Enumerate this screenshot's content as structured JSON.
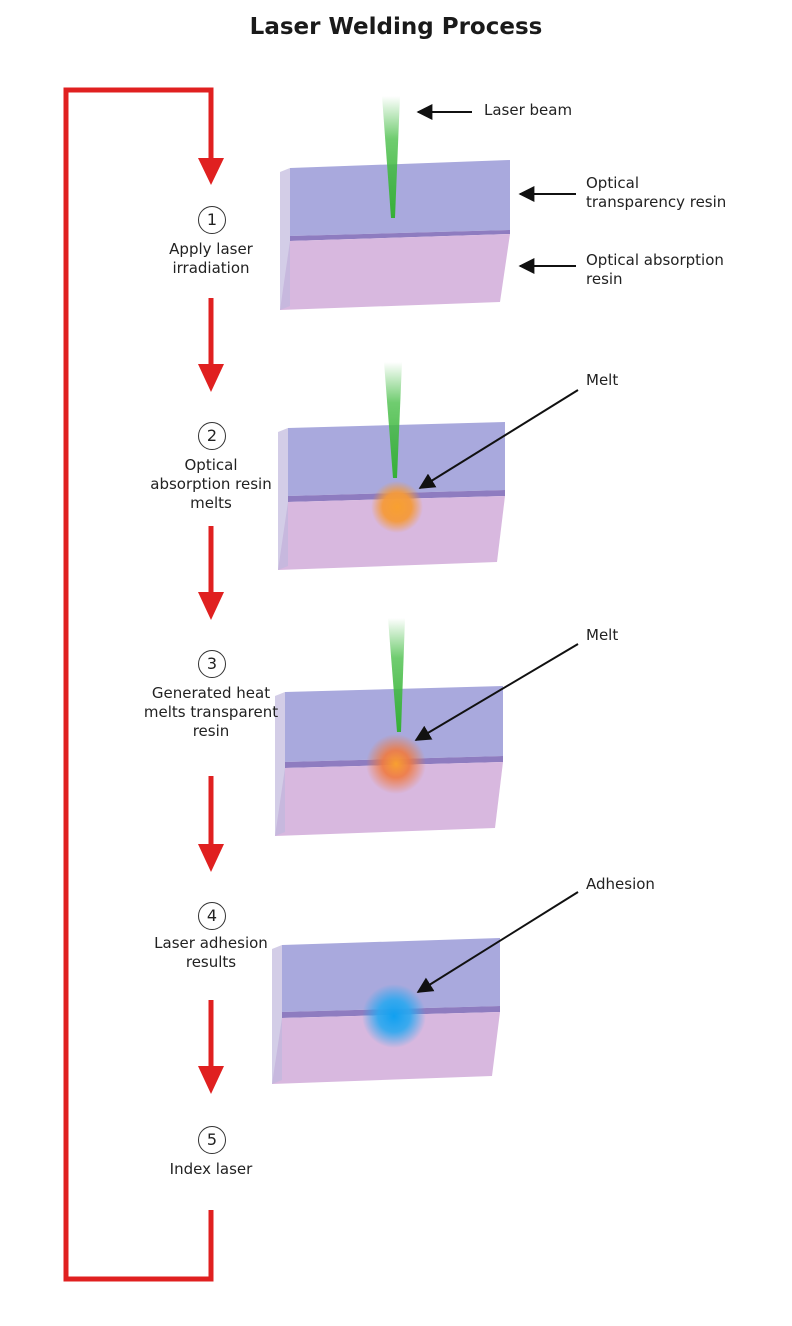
{
  "title": "Laser Welding Process",
  "steps": [
    {
      "number": "1",
      "lines": [
        "Apply laser",
        "irradiation"
      ]
    },
    {
      "number": "2",
      "lines": [
        "Optical",
        "absorption resin",
        "melts"
      ]
    },
    {
      "number": "3",
      "lines": [
        "Generated heat",
        "melts transparent",
        "resin"
      ]
    },
    {
      "number": "4",
      "lines": [
        "Laser adhesion",
        "results"
      ]
    },
    {
      "number": "5",
      "lines": [
        "Index laser"
      ]
    }
  ],
  "labels": {
    "laser_beam": "Laser beam",
    "transparency_resin": [
      "Optical",
      "transparency resin"
    ],
    "absorption_resin": [
      "Optical absorption",
      "resin"
    ],
    "melt_1": "Melt",
    "melt_2": "Melt",
    "adhesion": "Adhesion"
  },
  "colors": {
    "flow_arrow": "#e02020",
    "transparent_resin": "#a8a8dc",
    "absorption_resin": "#d8b6de",
    "laser": "#4cc04c",
    "melt": "#f7a033",
    "adhesion": "#1ea0f0"
  }
}
